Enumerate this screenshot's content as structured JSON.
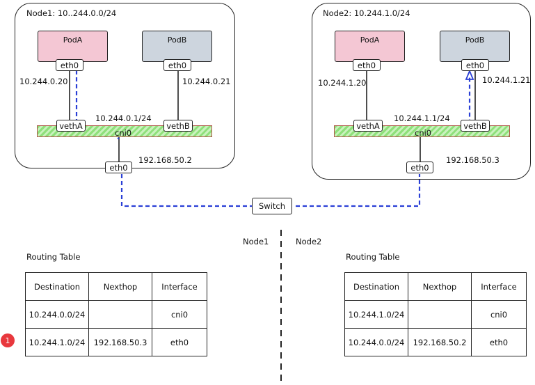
{
  "node1": {
    "title": "Node1: 10..244.0.0/24",
    "pod_a": {
      "name": "PodA",
      "iface": "eth0",
      "ip": "10.244.0.20"
    },
    "pod_b": {
      "name": "PodB",
      "iface": "eth0",
      "ip": "10.244.0.21"
    },
    "veth_a": "vethA",
    "veth_b": "vethB",
    "bridge_name": "cni0",
    "bridge_ip": "10.244.0.1/24",
    "eth0": "eth0",
    "eth0_ip": "192.168.50.2"
  },
  "node2": {
    "title": "Node2: 10.244.1.0/24",
    "pod_a": {
      "name": "PodA",
      "iface": "eth0",
      "ip": "10.244.1.20"
    },
    "pod_b": {
      "name": "PodB",
      "iface": "eth0",
      "ip": "10.244.1.21"
    },
    "veth_a": "vethA",
    "veth_b": "vethB",
    "bridge_name": "cni0",
    "bridge_ip": "10.244.1.1/24",
    "eth0": "eth0",
    "eth0_ip": "192.168.50.3"
  },
  "switch": "Switch",
  "divider": {
    "left": "Node1",
    "right": "Node2"
  },
  "routing_left": {
    "title": "Routing Table",
    "headers": [
      "Destination",
      "Nexthop",
      "Interface"
    ],
    "rows": [
      [
        "10.244.0.0/24",
        "",
        "cni0"
      ],
      [
        "10.244.1.0/24",
        "192.168.50.3",
        "eth0"
      ]
    ]
  },
  "routing_right": {
    "title": "Routing Table",
    "headers": [
      "Destination",
      "Nexthop",
      "Interface"
    ],
    "rows": [
      [
        "10.244.1.0/24",
        "",
        "cni0"
      ],
      [
        "10.244.0.0/24",
        "192.168.50.2",
        "eth0"
      ]
    ]
  },
  "badge": "1",
  "colors": {
    "path": "#2a3fd6",
    "bridge": "#8ee07a",
    "pod_a": "#f4c7d4",
    "pod_b": "#cdd5de",
    "badge": "#e8383d"
  }
}
